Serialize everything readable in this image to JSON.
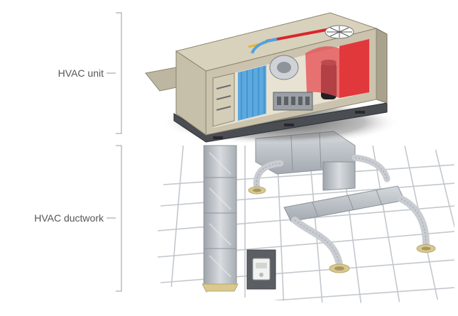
{
  "labels": {
    "hvac_unit": "HVAC unit",
    "hvac_ductwork": "HVAC ductwork"
  },
  "icons": {
    "unit": "rooftop-hvac-unit-cutaway-illustration",
    "ductwork": "duct-system-illustration",
    "thermostat": "thermostat-icon",
    "vents": "ceiling-vent-icon"
  },
  "colors": {
    "label_text": "#555555",
    "bracket_line": "#9a9a9a",
    "casing": "#cbc3ad",
    "duct_metal": "#b9bec4",
    "grid": "#bfc3c8",
    "coil_blue": "#4da3e0",
    "heat_red": "#e0262b",
    "vent_ring": "#d9c98f"
  }
}
